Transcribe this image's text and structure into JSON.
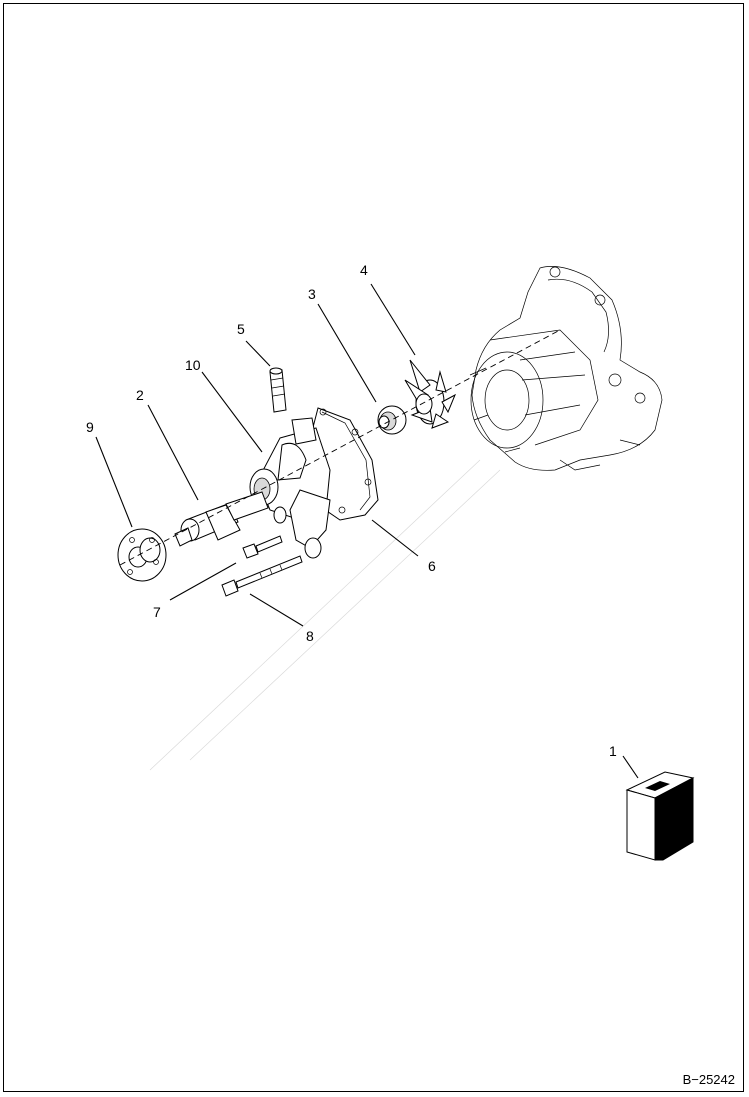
{
  "figure_ref": "B−25242",
  "callouts": [
    "1",
    "2",
    "3",
    "4",
    "5",
    "6",
    "7",
    "8",
    "9",
    "10"
  ],
  "colors": {
    "line": "#000000",
    "paper": "#ffffff"
  }
}
